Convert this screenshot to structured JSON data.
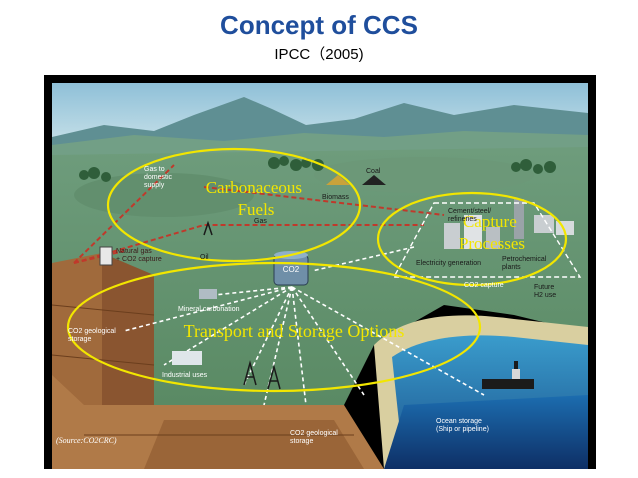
{
  "header": {
    "title": "Concept of CCS",
    "subtitle": "IPCC（2005)"
  },
  "diagram": {
    "groups": {
      "carbonaceous_fuels": "Carbonaceous\nFuels",
      "capture_processes": "Capture\nProcesses",
      "transport_storage": "Transport and Storage Options"
    },
    "labels": {
      "gas_domestic": "Gas to\ndomestic\nsupply",
      "coal": "Coal",
      "biomass": "Biomass",
      "gas": "Gas",
      "oil": "Oil",
      "natural_gas_capture": "Natural gas\n+ CO2 capture",
      "co2_tank": "CO2",
      "mineral_carbonation": "Mineral carbonation",
      "co2_geo_left": "CO2 geological\nstorage",
      "industrial_uses": "Industrial uses",
      "co2_geo_bottom": "CO2 geological\nstorage",
      "electricity_generation": "Electricity generation",
      "petrochemical": "Petrochemical\nplants",
      "cement": "Cement/steel/\nrefineries",
      "co2_capture": "CO2 capture",
      "future_h2": "Future\nH2 use",
      "ocean_storage": "Ocean storage\n(Ship or pipeline)",
      "source": "(Source:CO2CRC)"
    }
  },
  "colors": {
    "title": "#1f4e9c",
    "ellipse": "#f2e600",
    "pipeline": "#c0392b"
  }
}
